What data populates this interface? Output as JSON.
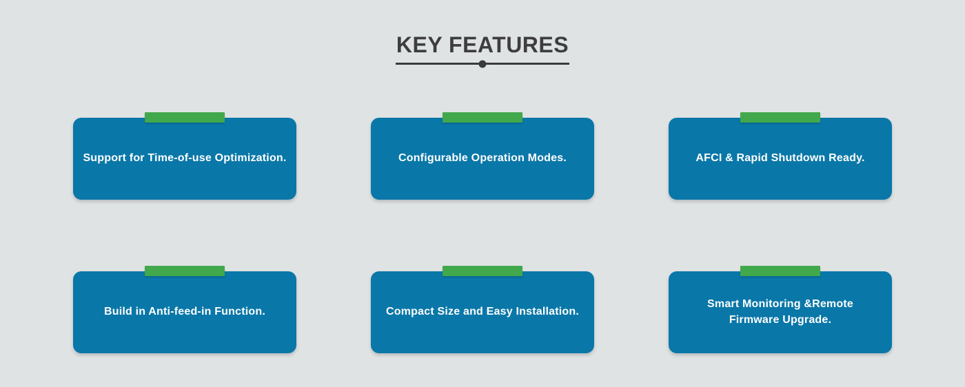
{
  "header": {
    "title": "KEY FEATURES"
  },
  "features": [
    {
      "label": "Support for Time-of-use Optimization."
    },
    {
      "label": "Configurable Operation Modes."
    },
    {
      "label": "AFCI & Rapid Shutdown Ready."
    },
    {
      "label": "Build in Anti-feed-in Function."
    },
    {
      "label": "Compact Size and Easy Installation."
    },
    {
      "label": "Smart Monitoring &Remote\nFirmware Upgrade."
    }
  ],
  "colors": {
    "background": "#E0E3E4",
    "card_blue": "#0A77A9",
    "tab_green": "#41A84B",
    "title_text": "#3D3D3D",
    "divider": "#3A3A3A",
    "card_text": "#FFFFFF"
  }
}
